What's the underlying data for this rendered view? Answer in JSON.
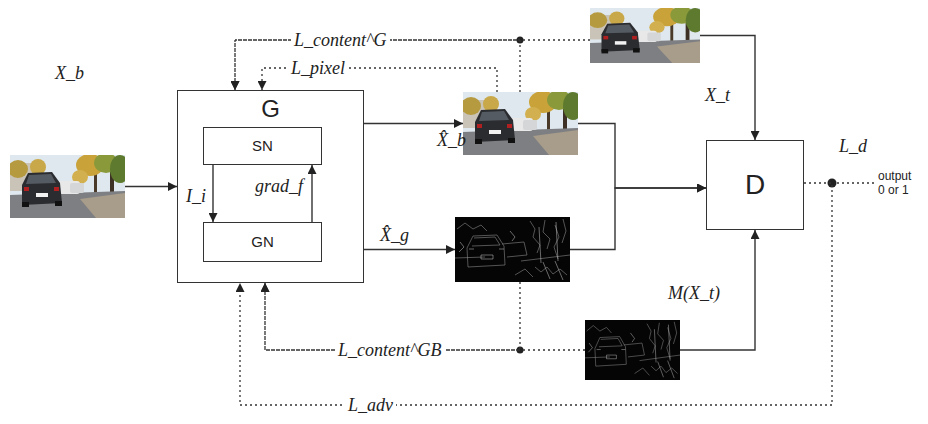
{
  "diagram": {
    "nodes": [
      {
        "text": [
          "X_b"
        ]
      },
      {
        "text": [
          "G"
        ]
      },
      {
        "text": [
          "SN"
        ],
        "in": 1
      },
      {
        "text": [
          "GN"
        ],
        "in": 1
      },
      {
        "text": [
          "X̂_b"
        ]
      },
      {
        "text": [
          "X̂_g"
        ]
      },
      {
        "text": [
          "X_t"
        ]
      },
      {
        "text": [
          "D"
        ]
      },
      {
        "text": [
          "M(X_t)"
        ]
      }
    ],
    "edges": [
      {
        "from": 0,
        "to": 1,
        "arrow": "to"
      },
      {
        "from": 2,
        "to": 3,
        "label": "I_i",
        "arrow": "to"
      },
      {
        "from": 3,
        "to": 2,
        "label": "grad_f",
        "arrow": "to"
      },
      {
        "from": 1,
        "to": 4,
        "arrow": "to"
      },
      {
        "from": 1,
        "to": 5,
        "arrow": "to"
      },
      {
        "from": 6,
        "to": 1,
        "label": "L_content^G",
        "arrow": "to"
      },
      {
        "from": 4,
        "to": 1,
        "arrow": "to"
      },
      {
        "from": 4,
        "to": 1,
        "label": "L_pixel",
        "arrow": "to"
      },
      {
        "from": 8,
        "to": 1,
        "label": "L_content^GB",
        "arrow": "to"
      },
      {
        "from": 5,
        "to": 1,
        "arrow": "to"
      },
      {
        "from": 6,
        "to": 7,
        "arrow": "to"
      },
      {
        "from": 4,
        "to": 7,
        "arrow": "to"
      },
      {
        "from": 5,
        "to": 7,
        "arrow": "to"
      },
      {
        "from": 8,
        "to": 7,
        "arrow": "to"
      },
      {
        "from": 7,
        "to": 1,
        "label": "L_adv",
        "arrow": "to"
      }
    ],
    "labels": [
      "L_d",
      "output 0 or 1"
    ]
  }
}
